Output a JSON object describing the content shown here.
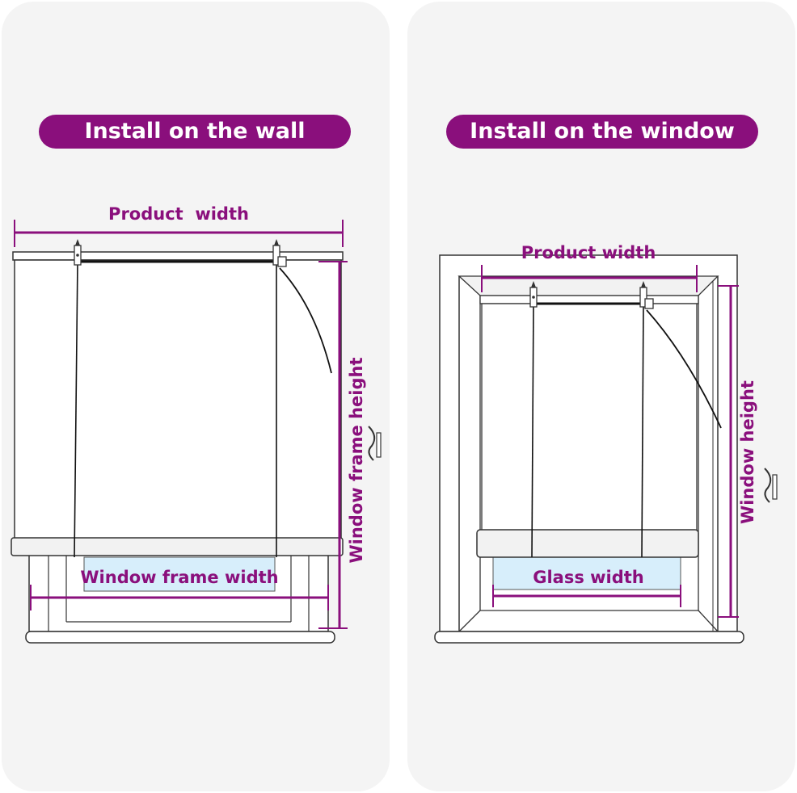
{
  "panels": {
    "left": {
      "title": "Install on the wall",
      "product_width": "Product  width",
      "frame_height": "Window frame height",
      "frame_width": "Window frame width"
    },
    "right": {
      "title": "Install on the window",
      "product_width": "Product width",
      "window_height": "Window height",
      "glass_width": "Glass width"
    }
  },
  "colors": {
    "accent": "#8a0f7c",
    "glass": "#d7eefb",
    "panel_bg": "#f4f4f4"
  }
}
